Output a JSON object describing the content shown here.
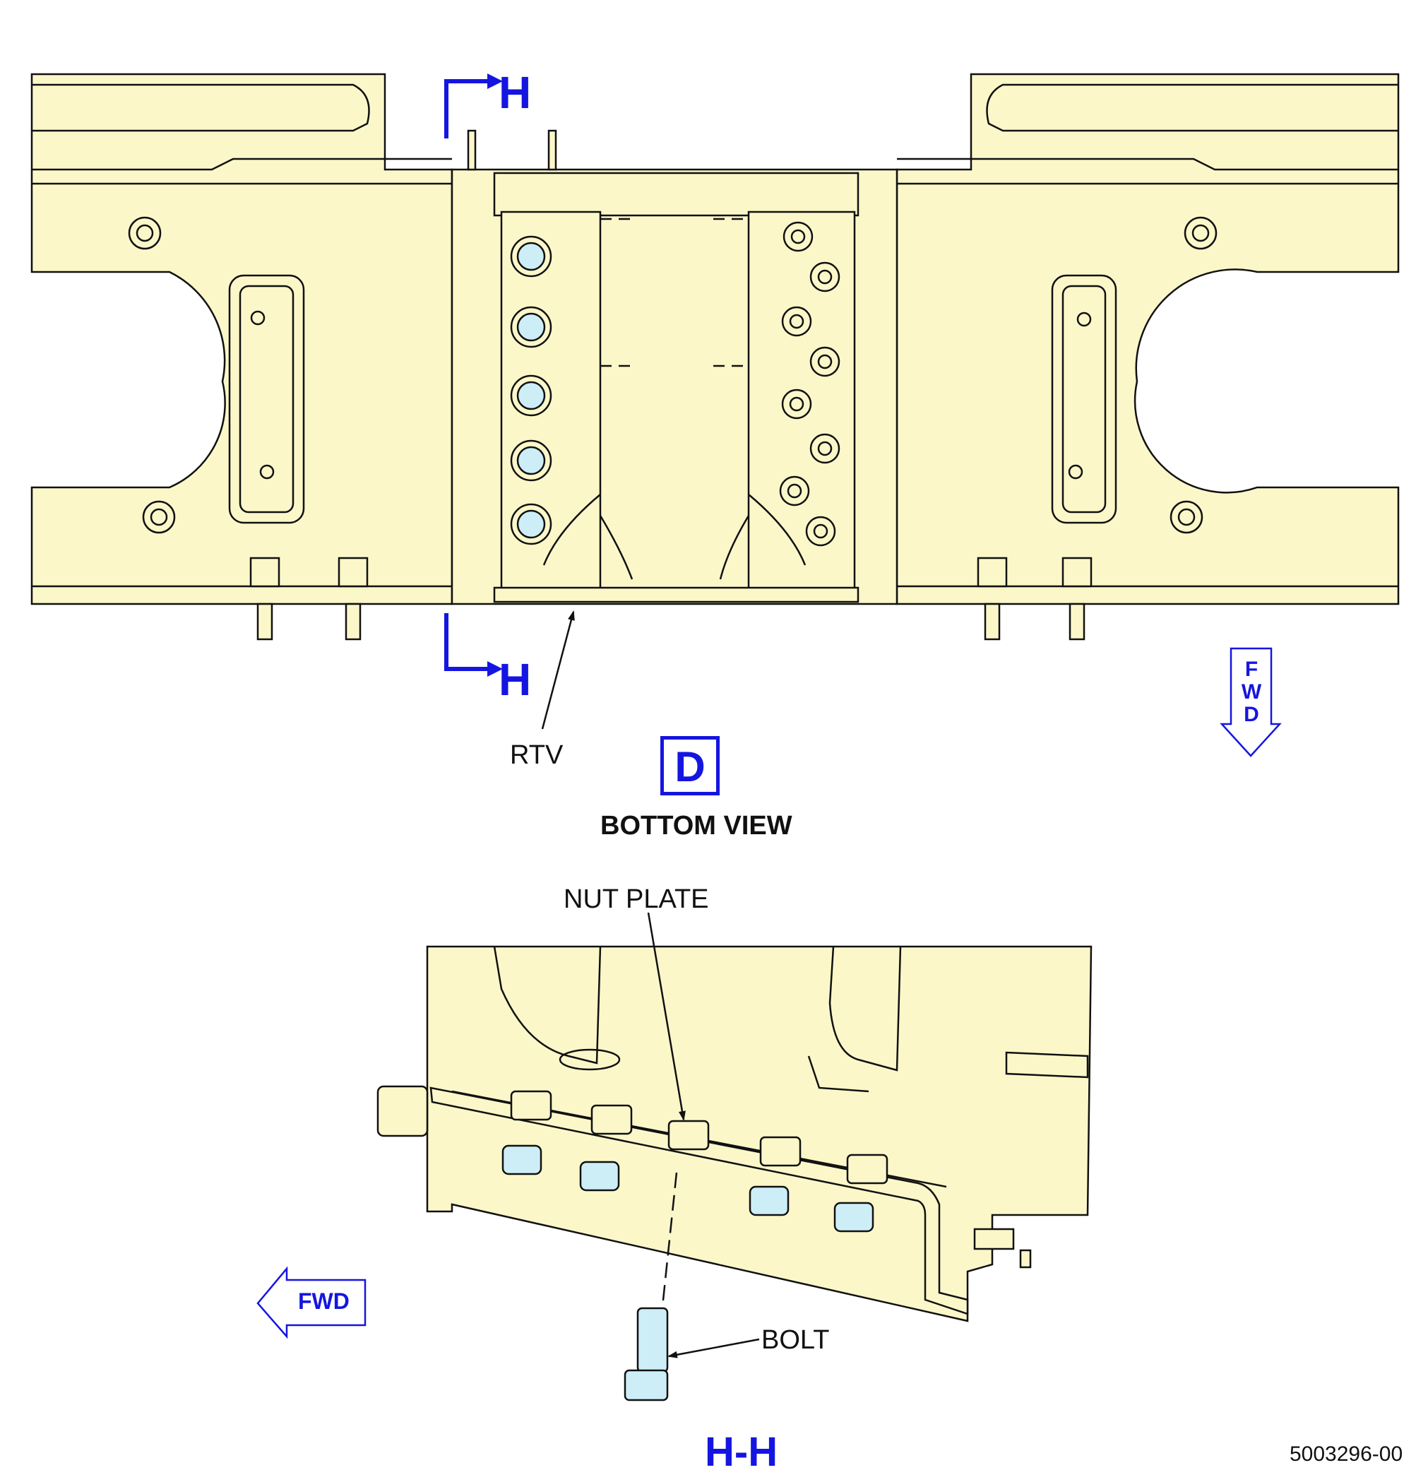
{
  "labels": {
    "section_marker": "H",
    "rtv": "RTV",
    "detail_letter": "D",
    "view_title": "BOTTOM VIEW",
    "nut_plate": "NUT PLATE",
    "bolt": "BOLT",
    "section_title": "H-H",
    "fwd_arrow": "FWD",
    "fwd_vertical": [
      "F",
      "W",
      "D"
    ],
    "document_number": "5003296-00"
  },
  "colors": {
    "structure_fill": "#fbf7c9",
    "fastener_fill": "#cdeef7",
    "callout_blue": "#1515e0",
    "line": "#111111"
  }
}
